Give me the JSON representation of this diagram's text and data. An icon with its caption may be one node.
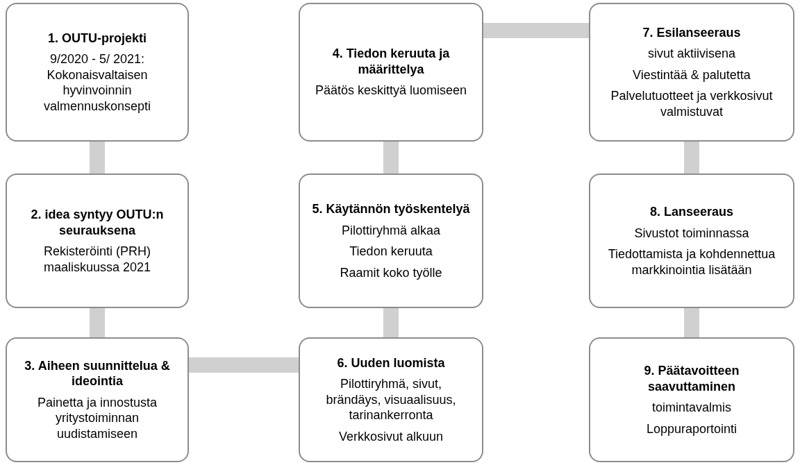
{
  "diagram": {
    "nodes": [
      {
        "text": [
          "1. OUTU-projekti",
          "9/2020 - 5/ 2021: Kokonaisvaltaisen hyvinvoinnin valmennuskonsepti"
        ]
      },
      {
        "text": [
          "2. idea syntyy OUTU:n seurauksena",
          "Rekisteröinti (PRH) maaliskuussa 2021"
        ]
      },
      {
        "text": [
          "3. Aiheen suunnittelua & ideointia",
          "Painetta ja innostusta yritystoiminnan uudistamiseen"
        ]
      },
      {
        "text": [
          "4. Tiedon keruuta ja määrittelya",
          "Päätös keskittyä luomiseen"
        ]
      },
      {
        "text": [
          "5. Käytännön työskentelyä",
          "Pilottiryhmä alkaa",
          "Tiedon keruuta",
          "Raamit koko työlle"
        ]
      },
      {
        "text": [
          "6. Uuden luomista",
          "Pilottiryhmä, sivut, brändäys, visuaalisuus, tarinankerronta",
          "Verkkosivut alkuun"
        ]
      },
      {
        "text": [
          "7. Esilanseeraus",
          "sivut aktiivisena",
          "Viestintää & palutetta",
          "Palvelutuotteet ja verkkosivut valmistuvat"
        ]
      },
      {
        "text": [
          "8. Lanseeraus",
          "Sivustot toiminnassa",
          "Tiedottamista ja kohdennettua markkinointia lisätään"
        ]
      },
      {
        "text": [
          "9. Päätavoitteen saavuttaminen",
          "toimintavalmis",
          "Loppuraportointi"
        ]
      }
    ],
    "edges": [
      {
        "from": 0,
        "to": 1,
        "arrow": "none"
      },
      {
        "from": 1,
        "to": 2,
        "arrow": "none"
      },
      {
        "from": 2,
        "to": 5,
        "arrow": "none"
      },
      {
        "from": 5,
        "to": 4,
        "arrow": "none"
      },
      {
        "from": 4,
        "to": 3,
        "arrow": "none"
      },
      {
        "from": 3,
        "to": 6,
        "arrow": "none"
      },
      {
        "from": 6,
        "to": 7,
        "arrow": "none"
      },
      {
        "from": 7,
        "to": 8,
        "arrow": "none"
      }
    ]
  }
}
